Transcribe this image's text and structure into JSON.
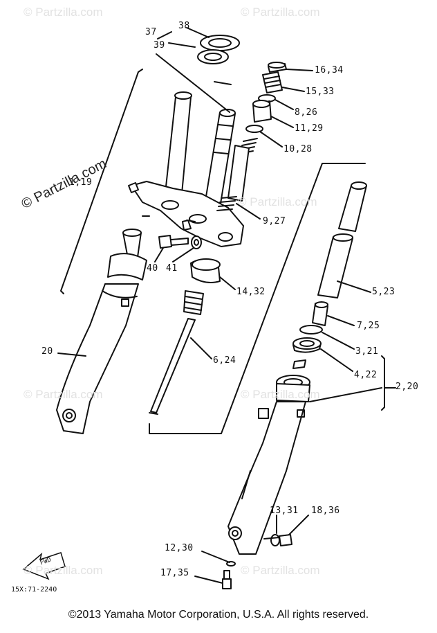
{
  "watermark": "© Partzilla.com",
  "diagram_code": "15X:71-2240",
  "fwd_label": "FWD",
  "copyright": "©2013  Yamaha Motor Corporation, U.S.A. All rights reserved.",
  "callouts": {
    "c38": "38",
    "c37": "37",
    "c39": "39",
    "c16_34": "16,34",
    "c15_33": "15,33",
    "c8_26": "8,26",
    "c11_29": "11,29",
    "c10_28": "10,28",
    "c1_19": "1,19",
    "c9_27": "9,27",
    "c40": "40",
    "c41": "41",
    "c14_32": "14,32",
    "c5_23": "5,23",
    "c7_25": "7,25",
    "c3_21": "3,21",
    "c4_22": "4,22",
    "c2_20": "2,20",
    "c20": "20",
    "c6_24": "6,24",
    "c13_31": "13,31",
    "c18_36": "18,36",
    "c12_30": "12,30",
    "c17_35": "17,35"
  }
}
